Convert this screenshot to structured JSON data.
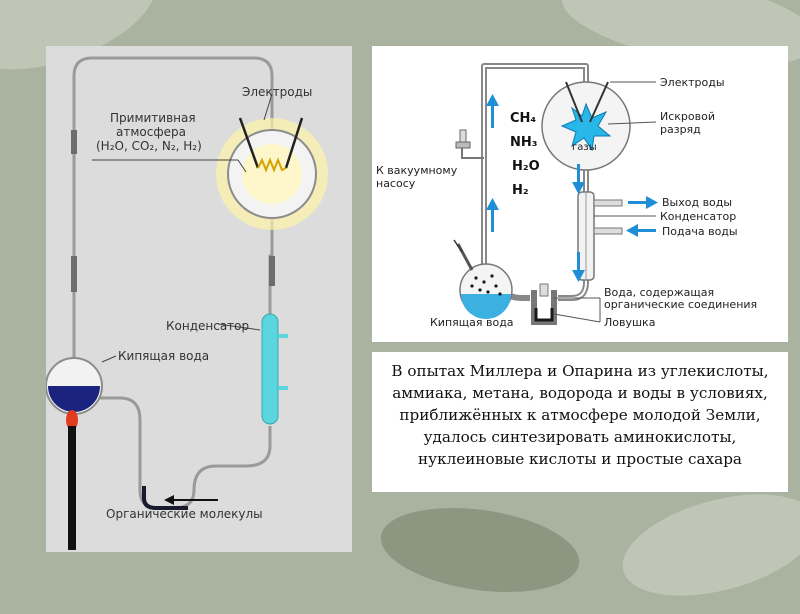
{
  "slide": {
    "background_color": "#aab3a0",
    "left_diagram": {
      "labels": {
        "electrodes": "Электроды",
        "atmosphere_line1": "Примитивная",
        "atmosphere_line2": "атмосфера",
        "atmosphere_line3": "(H₂O, CO₂, N₂, H₂)",
        "condenser": "Конденсатор",
        "boiling_water": "Кипящая вода",
        "organic_molecules": "Органические молекулы"
      },
      "colors": {
        "water": "#1a237e",
        "condenser": "#5ad6df",
        "glow": "#fdf4a8",
        "flame": "#e23b1f"
      }
    },
    "right_diagram": {
      "formulas": {
        "ch4": "CH₄",
        "nh3": "NH₃",
        "h2o": "H₂O",
        "h2": "H₂"
      },
      "labels": {
        "electrodes": "Электроды",
        "spark_line1": "Искровой",
        "spark_line2": "разряд",
        "gases": "газы",
        "vacuum_line1": "К вакуумному",
        "vacuum_line2": "насосу",
        "water_out": "Выход воды",
        "condenser": "Конденсатор",
        "water_in": "Подача воды",
        "organic_line1": "Вода, содержащая",
        "organic_line2": "органические соединения",
        "trap": "Ловушка",
        "boiling_water": "Кипящая вода"
      },
      "colors": {
        "spark": "#29b6e8",
        "arrow": "#1e8fd6",
        "water": "#3cb0e0"
      }
    },
    "caption_lines": [
      "В опытах Миллера и Опарина из углекислоты,",
      "аммиака, метана, водорода и воды в условиях,",
      "приближённых к атмосфере молодой Земли,",
      "удалось синтезировать аминокислоты,",
      "нуклеиновые кислоты и простые сахара"
    ]
  }
}
